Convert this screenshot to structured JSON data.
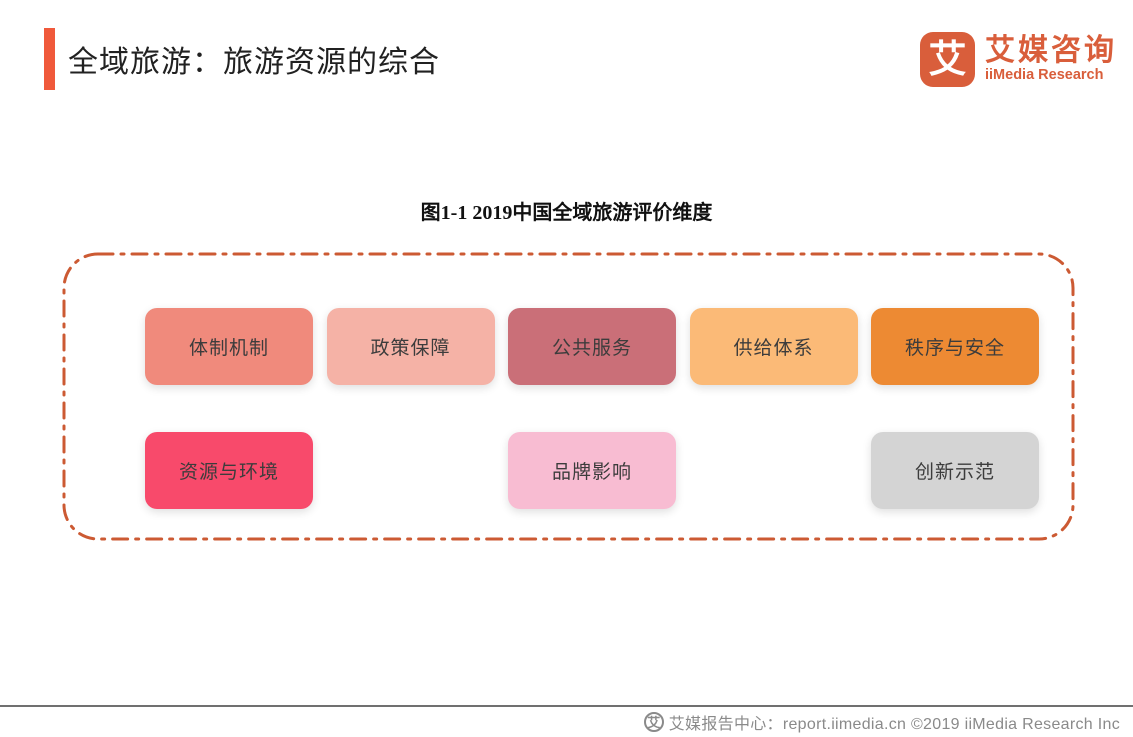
{
  "header": {
    "title": "全域旅游：旅游资源的综合",
    "logo": {
      "glyph": "艾",
      "name_cn": "艾媒咨询",
      "name_en": "iiMedia Research"
    }
  },
  "figure": {
    "caption": "图1-1 2019中国全域旅游评价维度",
    "boxes": [
      {
        "label": "体制机制",
        "color": "#F08A7C"
      },
      {
        "label": "政策保障",
        "color": "#F5B2A6"
      },
      {
        "label": "公共服务",
        "color": "#CA6F78"
      },
      {
        "label": "供给体系",
        "color": "#FBBA77"
      },
      {
        "label": "秩序与安全",
        "color": "#ED8A33"
      },
      {
        "label": "资源与环境",
        "color": "#F84A6B"
      },
      {
        "label": "品牌影响",
        "color": "#F8BCD2"
      },
      {
        "label": "创新示范",
        "color": "#D4D4D4"
      }
    ]
  },
  "footer": {
    "icon_glyph": "艾",
    "text": "艾媒报告中心：report.iimedia.cn  ©2019  iiMedia Research Inc"
  },
  "colors": {
    "accent": "#F0593B",
    "logo": "#D95E3B",
    "title_text": "#212121",
    "caption_text": "#111111",
    "box_text": "#3C3C3C",
    "dash_border": "#CC5A33",
    "footer_text": "#8A8A8A",
    "footer_line": "#707070"
  }
}
